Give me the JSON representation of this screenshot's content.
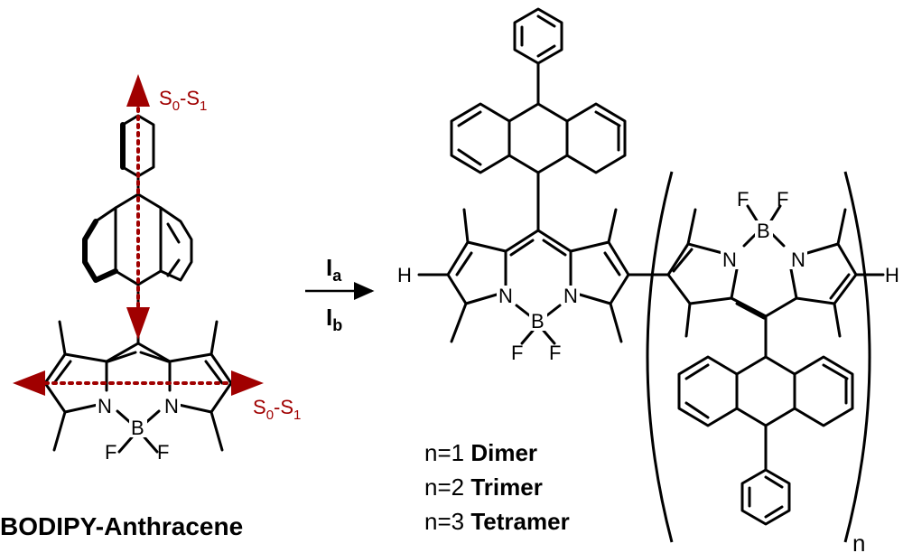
{
  "left": {
    "name": "BODIPY-Anthracene",
    "transition_label_1": {
      "s0": "S",
      "sub0": "0",
      "dash": "-",
      "s1": "S",
      "sub1": "1"
    },
    "transition_label_2": {
      "s0": "S",
      "sub0": "0",
      "dash": "-",
      "s1": "S",
      "sub1": "1"
    },
    "atoms": {
      "n1": "N",
      "n2": "N",
      "b": "B",
      "f1": "F",
      "f2": "F"
    },
    "color": "#a00000"
  },
  "arrow": {
    "reagent_1": {
      "main": "I",
      "sub": "a"
    },
    "reagent_2": {
      "main": "I",
      "sub": "b"
    }
  },
  "right": {
    "end_group_left": "H",
    "end_group_right": "H",
    "repeat_subscript": "n",
    "atoms_unit1": {
      "n1": "N",
      "n2": "N",
      "b": "B",
      "f1": "F",
      "f2": "F"
    },
    "atoms_unit2": {
      "n1": "N",
      "n2": "N",
      "b": "B",
      "f1": "F",
      "f2": "F"
    },
    "oligomers": [
      {
        "prefix": "n=1",
        "name": "Dimer"
      },
      {
        "prefix": "n=2",
        "name": "Trimer"
      },
      {
        "prefix": "n=3",
        "name": "Tetramer"
      }
    ]
  }
}
